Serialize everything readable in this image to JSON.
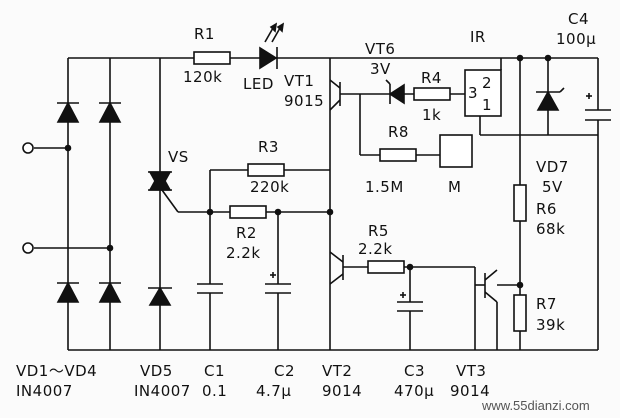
{
  "labels": {
    "r1": "R1",
    "r1_val": "120k",
    "led": "LED",
    "vt1": "VT1",
    "vt1_type": "9015",
    "vt6": "VT6",
    "vt6_val": "3V",
    "r4": "R4",
    "r4_val": "1k",
    "ir": "IR",
    "ir_pin3": "3",
    "ir_pin2": "2",
    "ir_pin1": "1",
    "c4": "C4",
    "c4_val": "100μ",
    "vs": "VS",
    "r3": "R3",
    "r3_val": "220k",
    "r8": "R8",
    "r8_val": "1.5M",
    "motor": "M",
    "vd7": "VD7",
    "vd7_val": "5V",
    "r6": "R6",
    "r6_val": "68k",
    "r2": "R2",
    "r2_val": "2.2k",
    "r5": "R5",
    "r5_val": "2.2k",
    "r7": "R7",
    "r7_val": "39k",
    "vd1_4": "VD1～VD4",
    "vd1_4_type": "IN4007",
    "vd5": "VD5",
    "vd5_type": "IN4007",
    "c1": "C1",
    "c1_val": "0.1",
    "c2": "C2",
    "c2_val": "4.7μ",
    "vt2": "VT2",
    "vt2_type": "9014",
    "c3": "C3",
    "c3_val": "470μ",
    "vt3": "VT3",
    "vt3_type": "9014",
    "watermark": "www.55dianzi.com"
  }
}
